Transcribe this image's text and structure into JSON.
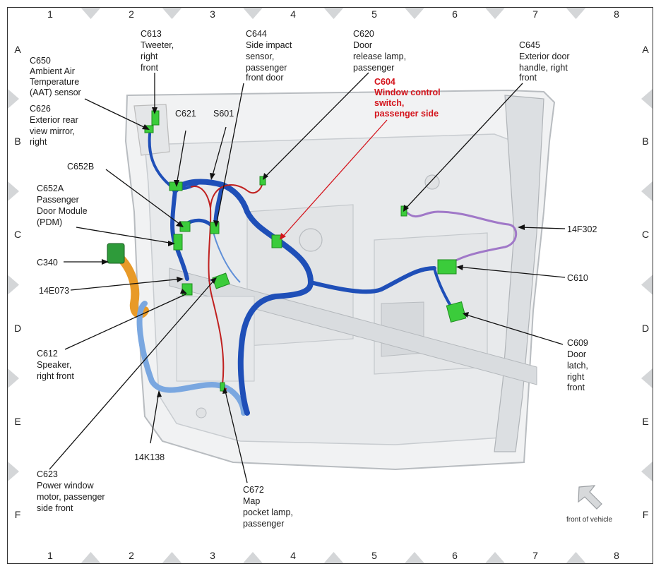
{
  "grid": {
    "columns": [
      "1",
      "2",
      "3",
      "4",
      "5",
      "6",
      "7",
      "8"
    ],
    "rows": [
      "A",
      "B",
      "C",
      "D",
      "E",
      "F"
    ]
  },
  "labels": {
    "c613": [
      "C613",
      "Tweeter,",
      "right",
      "front"
    ],
    "c644": [
      "C644",
      "Side impact",
      "sensor,",
      "passenger",
      "front door"
    ],
    "c620": [
      "C620",
      "Door",
      "release lamp,",
      "passenger"
    ],
    "c604": [
      "C604",
      "Window control",
      "switch,",
      "passenger side"
    ],
    "c645": [
      "C645",
      "Exterior door",
      "handle, right",
      "front"
    ],
    "c650": [
      "C650",
      "Ambient Air",
      "Temperature",
      "(AAT) sensor"
    ],
    "c626": [
      "C626",
      "Exterior rear",
      "view mirror,",
      "right"
    ],
    "c621": "C621",
    "s601": "S601",
    "c652b": "C652B",
    "c652a": [
      "C652A",
      "Passenger",
      "Door Module",
      "(PDM)"
    ],
    "c340": "C340",
    "e14e073": "14E073",
    "c612": [
      "C612",
      "Speaker,",
      "right front"
    ],
    "c623": [
      "C623",
      "Power window",
      "motor, passenger",
      "side front"
    ],
    "k14k138": "14K138",
    "c672": [
      "C672",
      "Map",
      "pocket lamp,",
      "passenger"
    ],
    "f14f302": "14F302",
    "c610": "C610",
    "c609": [
      "C609",
      "Door",
      "latch,",
      "right",
      "front"
    ],
    "front_of_vehicle": "front of vehicle"
  },
  "colors": {
    "harness_blue": "#1f4fb8",
    "harness_light_blue": "#7aa7e0",
    "wire_red": "#c0201f",
    "wire_purple": "#a078c8",
    "connector_green": "#3bcc3b",
    "c340_green": "#2e9b3a",
    "orange_harness": "#e89a28",
    "callout_red": "#d4141c"
  }
}
